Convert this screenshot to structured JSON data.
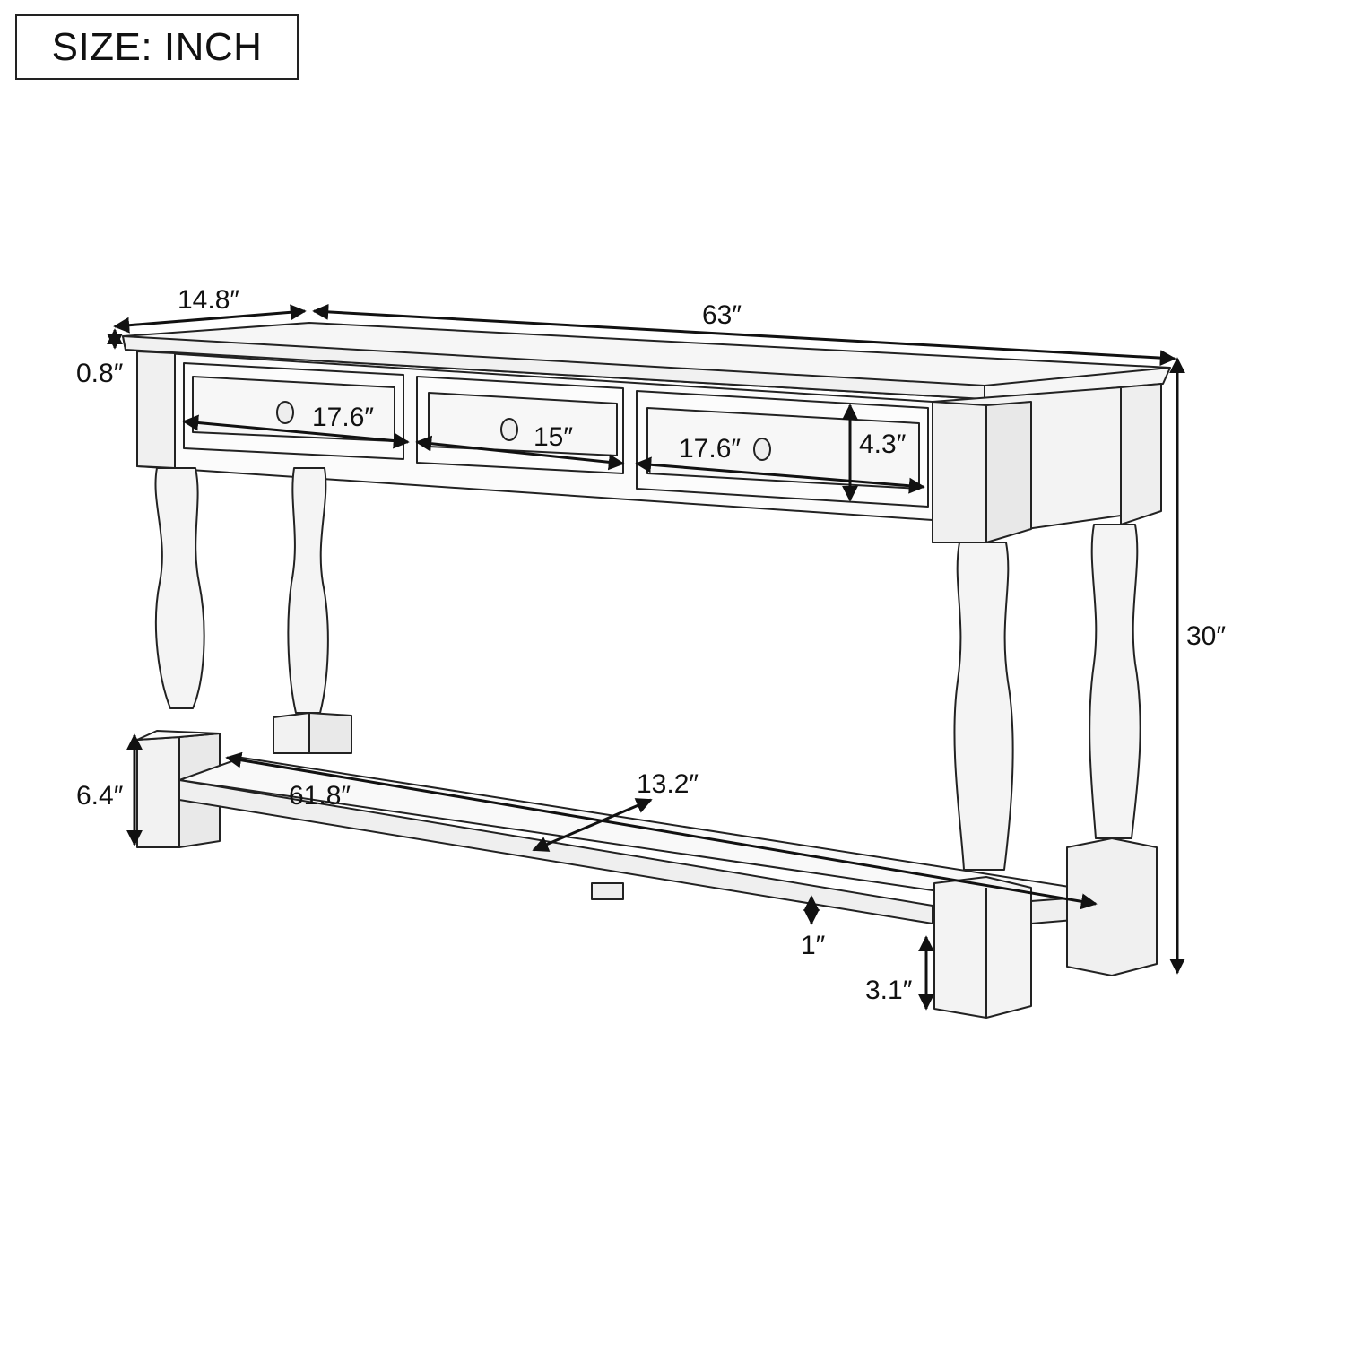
{
  "header": {
    "unit_label": "SIZE: INCH"
  },
  "dimensions": {
    "top_depth": "14.8″",
    "top_length": "63″",
    "top_thickness": "0.8″",
    "drawer_left_width": "17.6″",
    "drawer_center_width": "15″",
    "drawer_right_width": "17.6″",
    "drawer_height": "4.3″",
    "overall_height": "30″",
    "base_block_height": "6.4″",
    "shelf_length": "61.8″",
    "shelf_depth": "13.2″",
    "shelf_thickness": "1″",
    "shelf_clearance": "3.1″"
  },
  "colors": {
    "line": "#111111",
    "background": "#ffffff",
    "shade": "#f4f4f4"
  }
}
